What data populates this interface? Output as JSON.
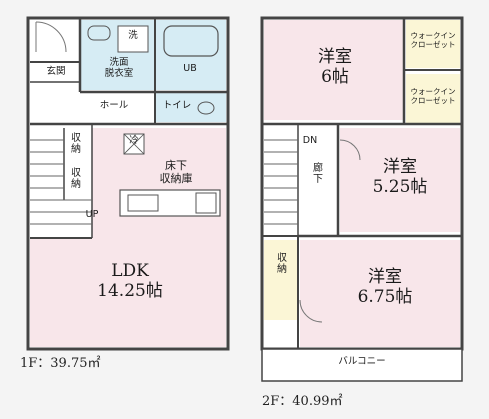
{
  "floor1": {
    "area_label": "1F：39.75㎡",
    "rooms": {
      "ldk_name": "LDK",
      "ldk_size": "14.25帖",
      "washroom_line1": "洗面",
      "washroom_line2": "脱衣室",
      "wash": "洗",
      "ub": "UB",
      "toilet": "トイレ",
      "hall": "ホール",
      "entrance": "玄関",
      "storage1": "収納",
      "storage2": "収納",
      "fridge": "冷",
      "underfloor_line1": "床下",
      "underfloor_line2": "収納庫",
      "up": "UP"
    }
  },
  "floor2": {
    "area_label": "2F：40.99㎡",
    "rooms": {
      "western1_name": "洋室",
      "western1_size": "6帖",
      "western2_name": "洋室",
      "western2_size": "5.25帖",
      "western3_name": "洋室",
      "western3_size": "6.75帖",
      "wic1_line1": "ウォークイン",
      "wic1_line2": "クローゼット",
      "wic2_line1": "ウォークイン",
      "wic2_line2": "クローゼット",
      "corridor": "廊下",
      "dn": "DN",
      "storage": "収納",
      "balcony": "バルコニー"
    }
  },
  "colors": {
    "room_pink": "#f8e6ea",
    "water_blue": "#d6ecf4",
    "closet_yellow": "#fbf6d6",
    "wall": "#444444"
  }
}
